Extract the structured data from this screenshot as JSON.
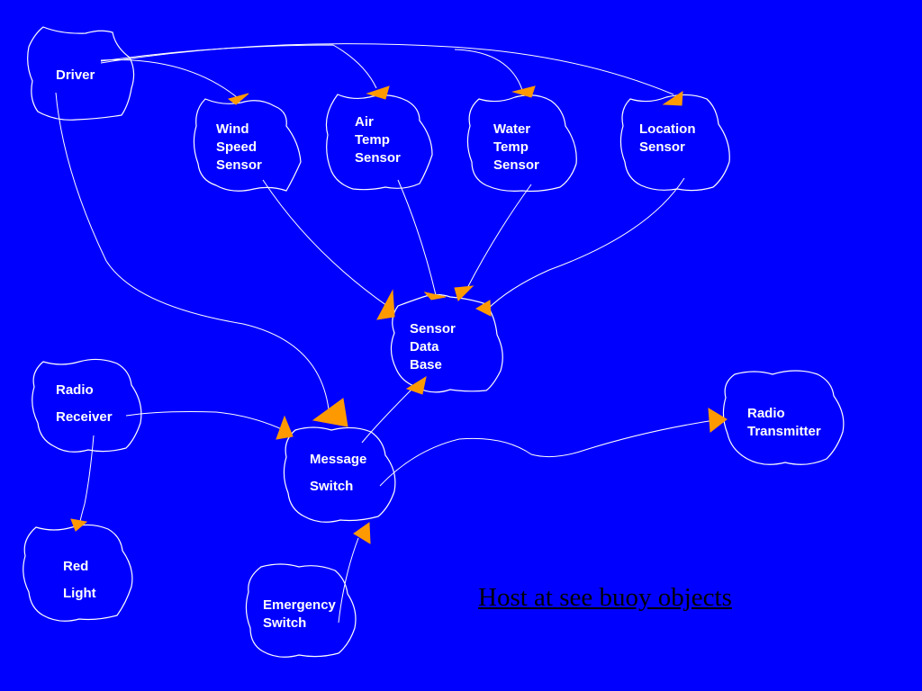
{
  "colors": {
    "background": "#0000FF",
    "lines": "#FFFFFF",
    "arrowheads": "#FF9900",
    "caption": "#000000"
  },
  "nodes": {
    "driver": [
      "Driver"
    ],
    "wind_speed_sensor": [
      "Wind",
      "Speed",
      "Sensor"
    ],
    "air_temp_sensor": [
      "Air",
      "Temp",
      "Sensor"
    ],
    "water_temp_sensor": [
      "Water",
      "Temp",
      "Sensor"
    ],
    "location_sensor": [
      "Location",
      "Sensor"
    ],
    "sensor_data_base": [
      "Sensor",
      "Data",
      "Base"
    ],
    "radio_receiver": [
      "Radio",
      "Receiver"
    ],
    "message_switch": [
      "Message",
      "Switch"
    ],
    "radio_transmitter": [
      "Radio",
      "Transmitter"
    ],
    "red_light": [
      "Red",
      "Light"
    ],
    "emergency_switch": [
      "Emergency",
      "Switch"
    ]
  },
  "edges": [
    {
      "from": "driver",
      "to": "wind_speed_sensor"
    },
    {
      "from": "driver",
      "to": "air_temp_sensor"
    },
    {
      "from": "driver",
      "to": "water_temp_sensor"
    },
    {
      "from": "driver",
      "to": "location_sensor"
    },
    {
      "from": "driver",
      "to": "message_switch"
    },
    {
      "from": "wind_speed_sensor",
      "to": "sensor_data_base"
    },
    {
      "from": "air_temp_sensor",
      "to": "sensor_data_base"
    },
    {
      "from": "water_temp_sensor",
      "to": "sensor_data_base"
    },
    {
      "from": "location_sensor",
      "to": "sensor_data_base"
    },
    {
      "from": "message_switch",
      "to": "sensor_data_base"
    },
    {
      "from": "radio_receiver",
      "to": "message_switch"
    },
    {
      "from": "radio_receiver",
      "to": "red_light"
    },
    {
      "from": "message_switch",
      "to": "radio_transmitter"
    },
    {
      "from": "emergency_switch",
      "to": "message_switch"
    }
  ],
  "caption": "Host at see buoy objects"
}
